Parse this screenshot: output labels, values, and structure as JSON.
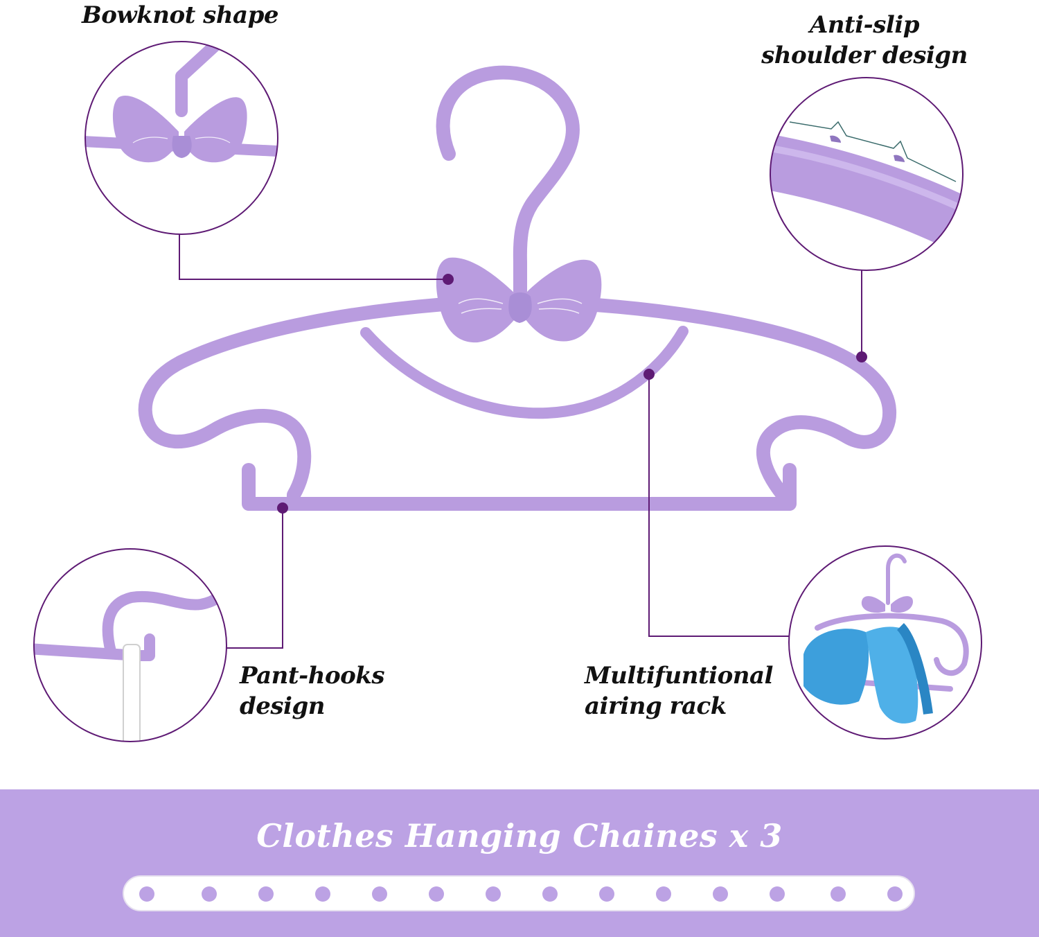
{
  "labels": {
    "bowknot": "Bowknot shape",
    "antislip_line1": "Anti-slip",
    "antislip_line2": "shoulder design",
    "panthooks_line1": "Pant-hooks",
    "panthooks_line2": "design",
    "multi_line1": "Multifuntional",
    "multi_line2": "airing rack"
  },
  "banner": {
    "title": "Clothes Hanging Chaines x 3"
  },
  "colors": {
    "hanger": "#b99cdf",
    "hanger_shade": "#a487cf",
    "callout": "#5e1a74",
    "banner": "#bca2e4",
    "towel": "#3d9fdc"
  }
}
